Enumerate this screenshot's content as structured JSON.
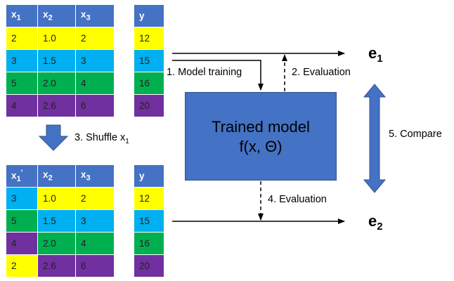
{
  "table_top": {
    "headers": [
      "x",
      "x",
      "x"
    ],
    "header_subs": [
      "1",
      "2",
      "3"
    ],
    "rows": [
      {
        "cells": [
          "2",
          "1.0",
          "2"
        ],
        "colors": [
          "#ffff00",
          "#ffff00",
          "#ffff00"
        ]
      },
      {
        "cells": [
          "3",
          "1.5",
          "3"
        ],
        "colors": [
          "#00b0f0",
          "#00b0f0",
          "#00b0f0"
        ]
      },
      {
        "cells": [
          "5",
          "2.0",
          "4"
        ],
        "colors": [
          "#00b050",
          "#00b050",
          "#00b050"
        ]
      },
      {
        "cells": [
          "4",
          "2.6",
          "6"
        ],
        "colors": [
          "#7030a0",
          "#7030a0",
          "#7030a0"
        ]
      }
    ]
  },
  "y_top": {
    "header": "y",
    "values": [
      "12",
      "15",
      "16",
      "20"
    ],
    "colors": [
      "#ffff00",
      "#00b0f0",
      "#00b050",
      "#7030a0"
    ]
  },
  "table_bottom": {
    "headers": [
      "x",
      "x",
      "x"
    ],
    "header_subs": [
      "1",
      "2",
      "3"
    ],
    "header_primes": [
      "'",
      "",
      ""
    ],
    "rows": [
      {
        "cells": [
          "3",
          "1.0",
          "2"
        ],
        "colors": [
          "#00b0f0",
          "#ffff00",
          "#ffff00"
        ]
      },
      {
        "cells": [
          "5",
          "1.5",
          "3"
        ],
        "colors": [
          "#00b050",
          "#00b0f0",
          "#00b0f0"
        ]
      },
      {
        "cells": [
          "4",
          "2.0",
          "4"
        ],
        "colors": [
          "#7030a0",
          "#00b050",
          "#00b050"
        ]
      },
      {
        "cells": [
          "2",
          "2.6",
          "6"
        ],
        "colors": [
          "#ffff00",
          "#7030a0",
          "#7030a0"
        ]
      }
    ]
  },
  "y_bottom": {
    "header": "y",
    "values": [
      "12",
      "15",
      "16",
      "20"
    ],
    "colors": [
      "#ffff00",
      "#00b0f0",
      "#00b050",
      "#7030a0"
    ]
  },
  "labels": {
    "shuffle": "3. Shuffle x",
    "shuffle_sub": "1",
    "model_training": "1. Model training",
    "evaluation_top": "2. Evaluation",
    "evaluation_bottom": "4. Evaluation",
    "compare": "5. Compare"
  },
  "model_box": {
    "line1": "Trained model",
    "line2": "f(x, Θ)",
    "color": "#4472c4"
  },
  "errors": {
    "e1": "e",
    "e1_sub": "1",
    "e2": "e",
    "e2_sub": "2"
  },
  "colors": {
    "header": "#4472c4",
    "arrow_fill": "#4472c4",
    "yellow": "#ffff00",
    "blue": "#00b0f0",
    "green": "#00b050",
    "purple": "#7030a0"
  }
}
